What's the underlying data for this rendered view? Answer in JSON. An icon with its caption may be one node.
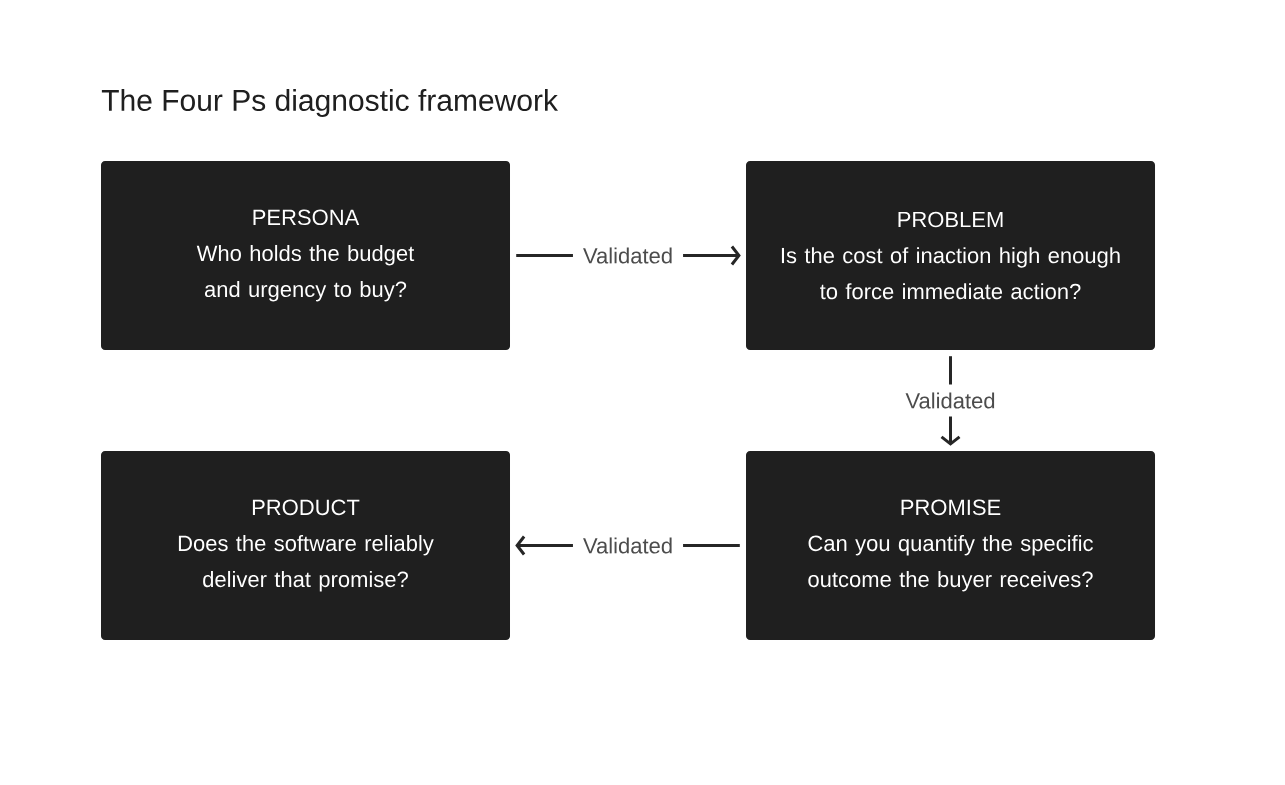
{
  "diagram": {
    "title": "The Four Ps diagnostic framework",
    "nodes": [
      {
        "text": [
          "PERSONA",
          "Who holds the budget and urgency to buy?"
        ]
      },
      {
        "text": [
          "PROBLEM",
          "Is the cost of inaction high enough to force immediate action?"
        ]
      },
      {
        "text": [
          "PRODUCT",
          "Does the software reliably deliver that promise?"
        ]
      },
      {
        "text": [
          "PROMISE",
          "Can you quantify the specific outcome the buyer receives?"
        ]
      }
    ],
    "edges": [
      {
        "from": 0,
        "to": 1,
        "arrow": "to",
        "label": "Validated"
      },
      {
        "from": 1,
        "to": 3,
        "arrow": "to",
        "label": "Validated"
      },
      {
        "from": 3,
        "to": 2,
        "arrow": "to",
        "label": "Validated"
      }
    ]
  }
}
